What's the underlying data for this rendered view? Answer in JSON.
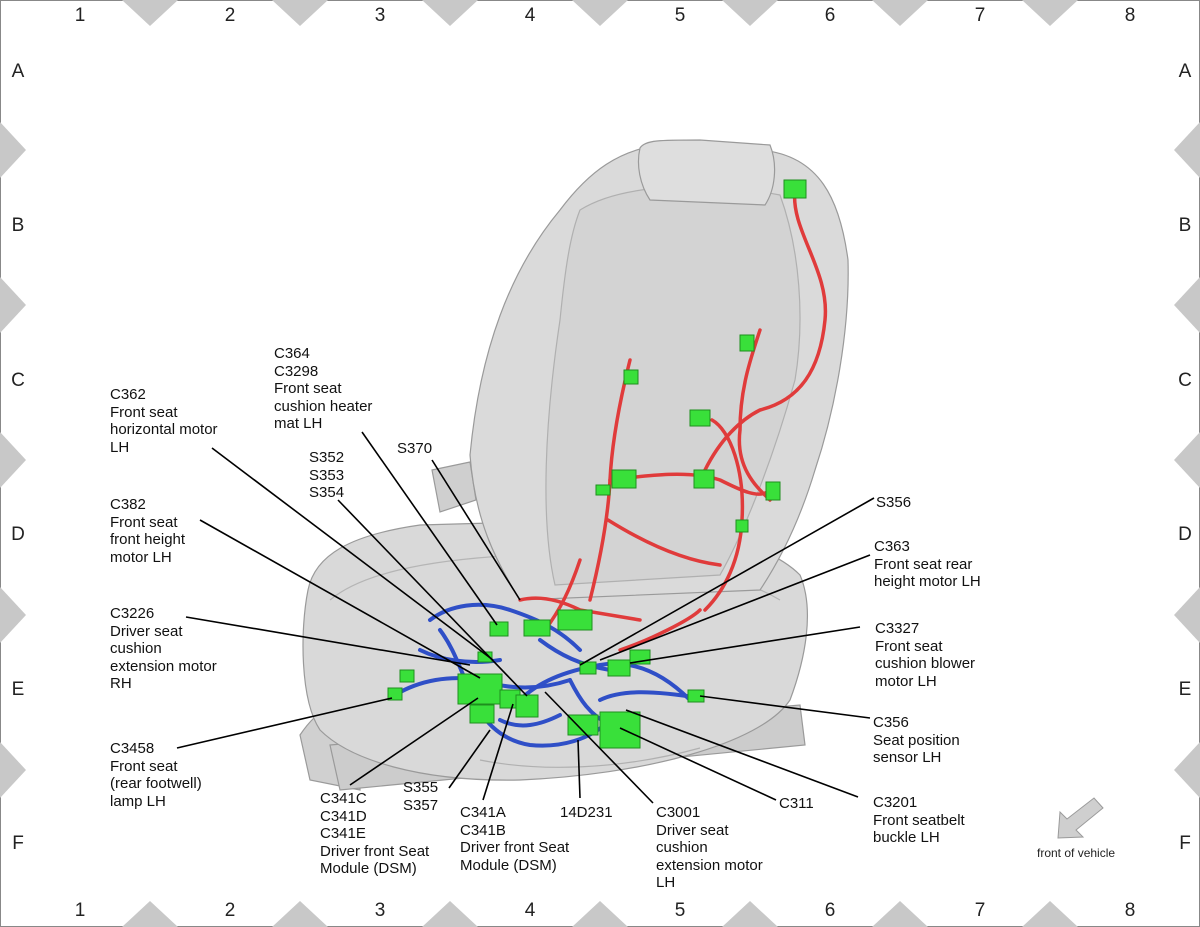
{
  "grid": {
    "columns": [
      "1",
      "2",
      "3",
      "4",
      "5",
      "6",
      "7",
      "8"
    ],
    "rows": [
      "A",
      "B",
      "C",
      "D",
      "E",
      "F"
    ]
  },
  "colors": {
    "harness_blue": "#2f4fc7",
    "harness_red": "#e03b3b",
    "connector_green": "#39e03a",
    "seat_gray": "#d9d9d9",
    "marker_gray": "#c8c8c8"
  },
  "labels": [
    {
      "id": "c364",
      "text": "C364\nC3298\nFront seat\ncushion heater\nmat LH"
    },
    {
      "id": "c362",
      "text": "C362\nFront seat\nhorizontal motor\nLH"
    },
    {
      "id": "s370",
      "text": "S370"
    },
    {
      "id": "s352",
      "text": "S352\nS353\nS354"
    },
    {
      "id": "c382",
      "text": "C382\nFront seat\nfront height\nmotor LH"
    },
    {
      "id": "c3226",
      "text": "C3226\nDriver seat\ncushion\nextension motor\nRH"
    },
    {
      "id": "c3458",
      "text": "C3458\nFront seat\n(rear footwell)\nlamp LH"
    },
    {
      "id": "c341c",
      "text": "C341C\nC341D\nC341E\nDriver front Seat\nModule (DSM)"
    },
    {
      "id": "s355",
      "text": "S355\nS357"
    },
    {
      "id": "c341a",
      "text": "C341A\nC341B\nDriver front Seat\nModule (DSM)"
    },
    {
      "id": "d14",
      "text": "14D231"
    },
    {
      "id": "c3001",
      "text": "C3001\nDriver seat\ncushion\nextension motor\nLH"
    },
    {
      "id": "c311",
      "text": "C311"
    },
    {
      "id": "c3201",
      "text": "C3201\nFront seatbelt\nbuckle LH"
    },
    {
      "id": "c356",
      "text": "C356\nSeat position\nsensor LH"
    },
    {
      "id": "c3327",
      "text": "C3327\nFront seat\ncushion blower\nmotor LH"
    },
    {
      "id": "c363",
      "text": "C363\nFront seat rear\nheight motor LH"
    },
    {
      "id": "s356",
      "text": "S356"
    }
  ],
  "front_of_vehicle": "front of vehicle"
}
